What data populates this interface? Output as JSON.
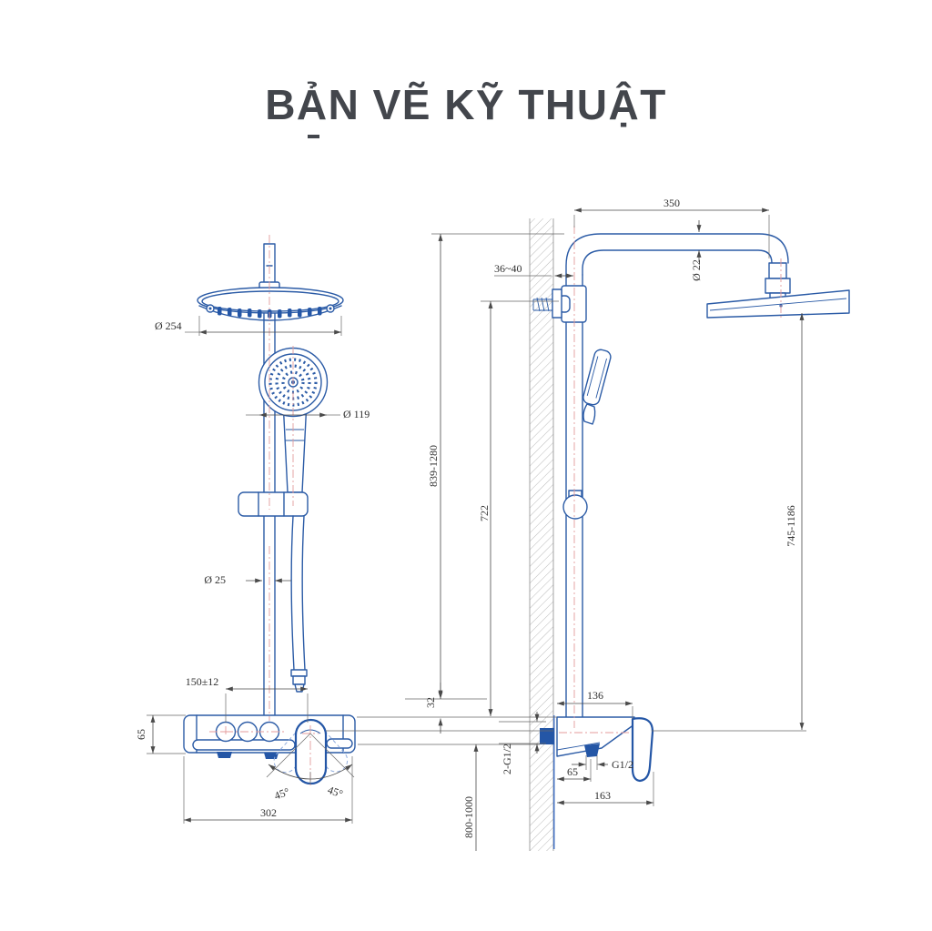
{
  "title": "BẢN VẼ KỸ THUẬT",
  "colors": {
    "linework_blue": "#2b5ba6",
    "fill_blue": "#2456a6",
    "dimension_gray": "#4a4a4a",
    "centerline_red": "#e49b9b",
    "title_color": "#43464c",
    "background": "#ffffff"
  },
  "drawing": {
    "front_view": {
      "dims": {
        "head_diameter": "Ø 254",
        "handshower_diameter": "Ø 119",
        "bar_diameter": "Ø 25",
        "outlet_spacing": "150±12",
        "body_height": "65",
        "swing_left": "45°",
        "swing_right": "45°",
        "body_width": "302"
      }
    },
    "side_view": {
      "dims": {
        "arm_reach": "350",
        "arm_tube_diameter": "Ø 22",
        "wall_embed_depth": "36~40",
        "column_height_range": "839-1280",
        "bar_length": "722",
        "head_height_range": "745-1186",
        "top_depth": "136",
        "top_offset": "32",
        "inlet_thread": "2-G1/2",
        "outlet_thread": "G1/2",
        "outlet_offset": "65",
        "body_depth": "163",
        "install_height_range": "800-1000"
      }
    }
  }
}
